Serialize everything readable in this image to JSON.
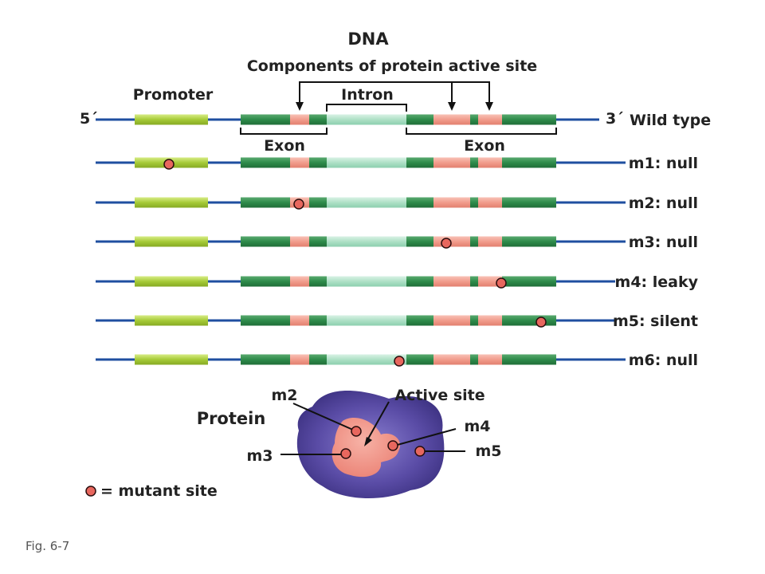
{
  "header": {
    "title": "DNA",
    "subtitle": "Components of protein active site"
  },
  "gene": {
    "promoter_label": "Promoter",
    "intron_label": "Intron",
    "exon_labels": [
      "Exon",
      "Exon"
    ],
    "five_prime_label": "5´",
    "three_prime_label": "3´"
  },
  "alleles": [
    {
      "label": "Wild type"
    },
    {
      "label": "m1: null"
    },
    {
      "label": "m2: null"
    },
    {
      "label": "m3: null"
    },
    {
      "label": "m4: leaky"
    },
    {
      "label": "m5: silent"
    },
    {
      "label": "m6: null"
    }
  ],
  "protein": {
    "title": "Protein",
    "active_site_label": "Active site",
    "site_labels": [
      "m2",
      "m3",
      "m4",
      "m5"
    ]
  },
  "legend": {
    "text": "= mutant site"
  },
  "caption": "Fig. 6-7",
  "colors": {
    "dna_line": "#1f4fa0",
    "promoter": "#a8cc3c",
    "exon": "#2e8b4a",
    "intron": "#b4e3cc",
    "active_component": "#f2a090",
    "mutant_site": "#e8675e",
    "protein_outer": "#4b3e93",
    "protein_inner": "#f08c80"
  }
}
